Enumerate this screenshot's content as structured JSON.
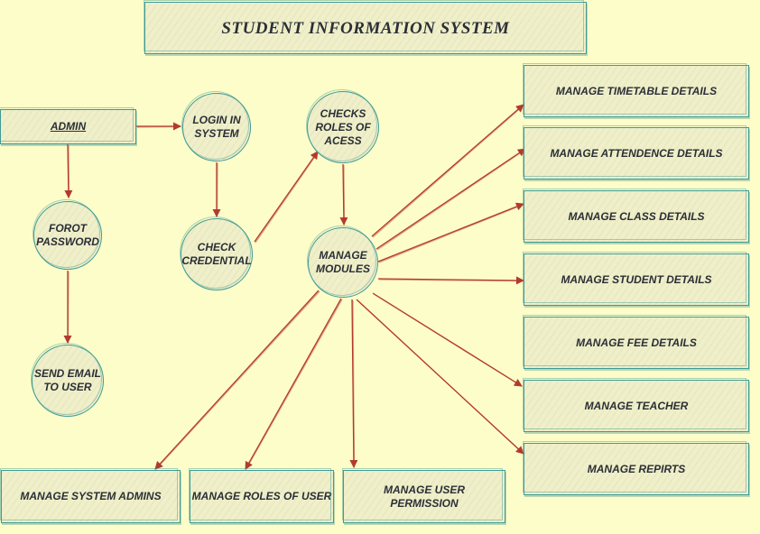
{
  "title": "STUDENT INFORMATION SYSTEM",
  "nodes": {
    "admin": "ADMIN",
    "login": "LOGIN IN\nSYSTEM",
    "checks_roles": "CHECKS\nROLES OF\nACESS",
    "forgot_password": "FOROT\nPASSWORD",
    "check_credential": "CHECK\nCREDENTIAL",
    "manage_modules": "MANAGE\nMODULES",
    "send_email": "SEND EMAIL\nTO USER"
  },
  "modules_right": [
    "MANAGE TIMETABLE DETAILS",
    "MANAGE ATTENDENCE DETAILS",
    "MANAGE CLASS DETAILS",
    "MANAGE STUDENT DETAILS",
    "MANAGE FEE DETAILS",
    "MANAGE TEACHER",
    "MANAGE REPIRTS"
  ],
  "modules_bottom": [
    "MANAGE SYSTEM ADMINS",
    "MANAGE ROLES OF USER",
    "MANAGE USER\nPERMISSION"
  ],
  "colors": {
    "background": "#fdfdc9",
    "node_fill": "#efefc9",
    "node_stroke": "#3f9b94",
    "arrow": "#b33a2f",
    "text": "#2b2f36"
  }
}
